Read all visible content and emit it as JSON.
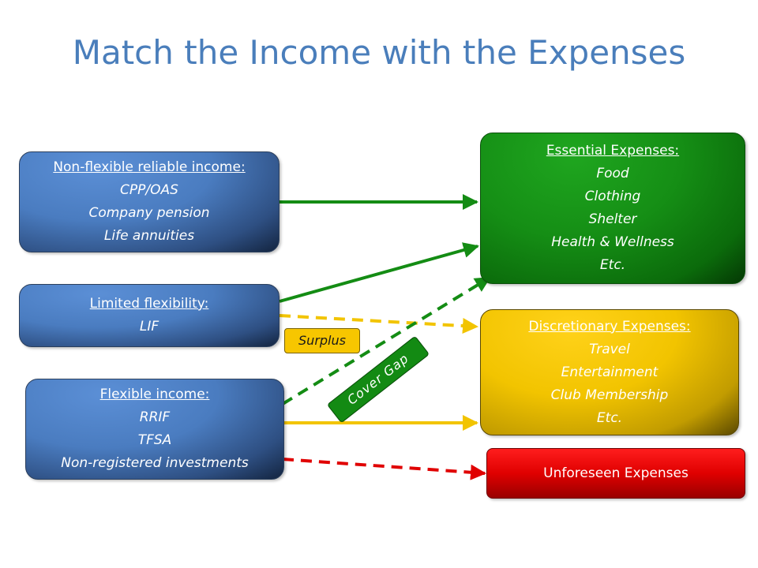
{
  "title": "Match the Income with the Expenses",
  "income": {
    "nonflexible": {
      "heading": "Non-flexible reliable income:",
      "items": [
        "CPP/OAS",
        "Company pension",
        "Life annuities"
      ]
    },
    "limited": {
      "heading": "Limited flexibility:",
      "items": [
        "LIF"
      ]
    },
    "flexible": {
      "heading": "Flexible income:",
      "items": [
        "RRIF",
        "TFSA",
        "Non-registered investments"
      ]
    }
  },
  "expenses": {
    "essential": {
      "heading": "Essential Expenses:",
      "items": [
        "Food",
        "Clothing",
        "Shelter",
        "Health & Wellness",
        "Etc."
      ]
    },
    "discretionary": {
      "heading": "Discretionary Expenses:",
      "items": [
        "Travel",
        "Entertainment",
        "Club Membership",
        "Etc."
      ]
    },
    "unforeseen": {
      "label": "Unforeseen Expenses"
    }
  },
  "labels": {
    "surplus": "Surplus",
    "cover_gap": "Cover Gap"
  },
  "colors": {
    "title": "#4a7ebb",
    "income_box": "#4a7cc0",
    "essential": "#158e15",
    "discretionary": "#f2c400",
    "unforeseen": "#e00000"
  }
}
